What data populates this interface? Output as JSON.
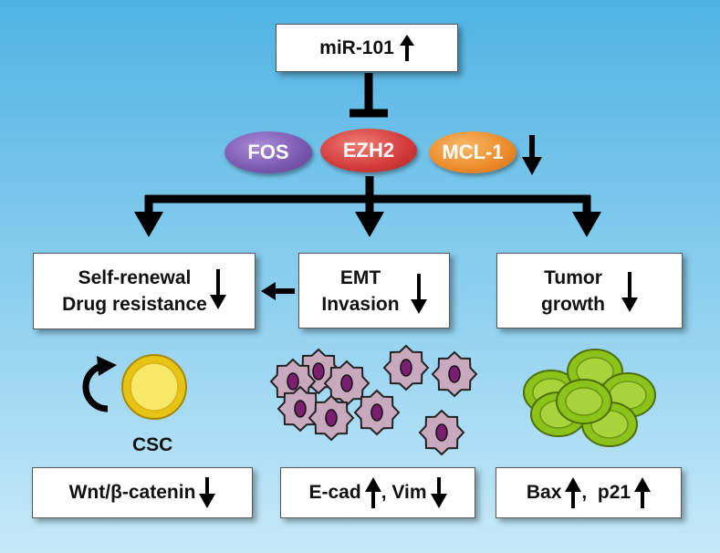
{
  "top_box": {
    "label": "miR-101",
    "direction": "up"
  },
  "targets": [
    {
      "label": "FOS",
      "color": "#7b58b0"
    },
    {
      "label": "EZH2",
      "color": "#d23a3a"
    },
    {
      "label": "MCL-1",
      "color": "#ec8a2a"
    }
  ],
  "targets_direction": "down",
  "outcomes": [
    {
      "line1": "Self-renewal",
      "line2": "Drug resistance",
      "direction": "down"
    },
    {
      "line1": "EMT",
      "line2": "Invasion",
      "direction": "down"
    },
    {
      "line1": "Tumor",
      "line2": "growth",
      "direction": "down"
    }
  ],
  "csc_label": "CSC",
  "markers": [
    {
      "text": "Wnt/β-catenin",
      "direction": "down"
    },
    {
      "items": [
        {
          "text": "E-cad",
          "direction": "up"
        },
        {
          "text": ", Vim",
          "direction": "down"
        }
      ]
    },
    {
      "items": [
        {
          "text": "Bax",
          "direction": "up"
        },
        {
          "text": ",  p21",
          "direction": "up"
        }
      ]
    }
  ],
  "colors": {
    "csc_cell": "#f2d21a",
    "invasive_cell": "#c9a9be",
    "nucleus": "#7a1f6f",
    "tumor_cell": "#8cc21a"
  }
}
